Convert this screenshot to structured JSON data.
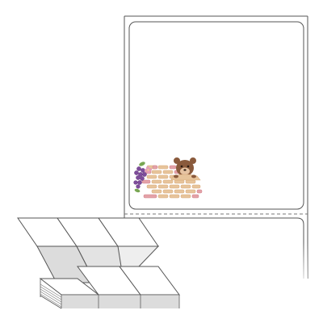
{
  "title": "",
  "illustration": {
    "subject": "bear-behind-brick-wall",
    "has_grapes": true,
    "has_flowers": true
  },
  "labels": {
    "single_label_shape": "rounded-rectangle",
    "folded_stack": "fanfold-labels",
    "grid_columns": 3
  },
  "colors": {
    "outline": "#555555",
    "dashed_line": "#777777",
    "brick_light": "#e7c49b",
    "brick_pink": "#e4a2a8",
    "bear_body": "#8a5a3c",
    "bear_muzzle": "#e6c3a2",
    "grape_purple": "#7d4c9a",
    "leaf_green": "#78a652",
    "flower_pink": "#e6a0b6",
    "shadow_gray": "#d9d9d9"
  }
}
